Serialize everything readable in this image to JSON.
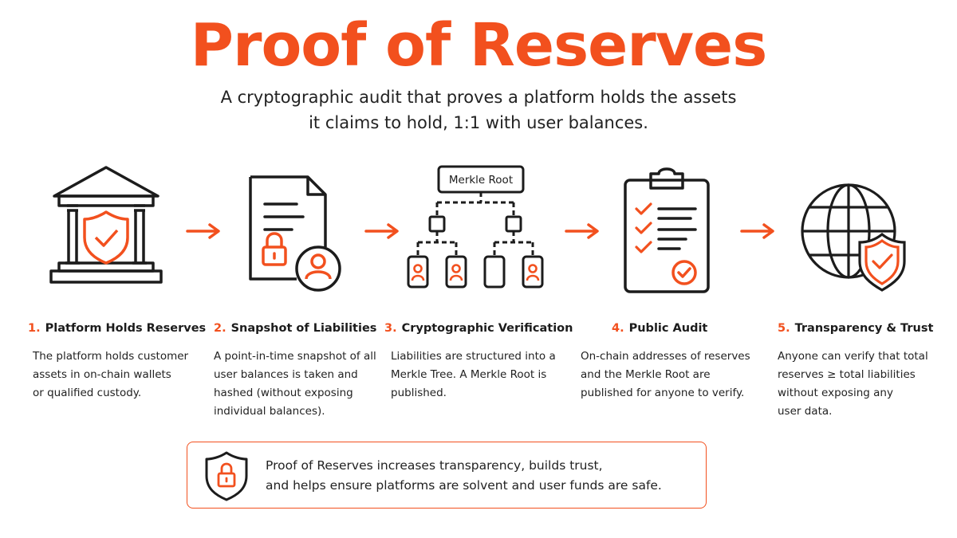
{
  "title": "Proof of Reserves",
  "subtitle": {
    "line1": "A cryptographic audit that proves a platform holds the assets",
    "line2": "it claims to hold, 1:1 with user balances."
  },
  "colors": {
    "accent": "#f2501e",
    "ink": "#1c1c1c",
    "background": "#ffffff"
  },
  "steps": [
    {
      "number": "1.",
      "title": "Platform Holds Reserves",
      "icon": "bank-shield-icon",
      "lines": [
        "The platform holds customer",
        "assets in on-chain wallets",
        "or qualified custody."
      ]
    },
    {
      "number": "2.",
      "title": "Snapshot of Liabilities",
      "icon": "document-lock-user-icon",
      "lines": [
        "A point-in-time snapshot of all",
        "user balances is taken and",
        "hashed (without exposing",
        "individual balances)."
      ]
    },
    {
      "number": "3.",
      "title": "Cryptographic Verification",
      "icon": "merkle-tree-icon",
      "node_label": "Merkle Root",
      "lines": [
        "Liabilities are structured into a",
        "Merkle Tree. A Merkle Root is",
        "published."
      ]
    },
    {
      "number": "4.",
      "title": "Public Audit",
      "icon": "clipboard-checklist-icon",
      "lines": [
        "On-chain addresses of reserves",
        "and the Merkle Root are",
        "published for anyone to verify."
      ]
    },
    {
      "number": "5.",
      "title": "Transparency & Trust",
      "icon": "globe-shield-icon",
      "lines": [
        "Anyone can verify that total",
        "reserves ≥ total liabilities",
        "without exposing any",
        "user data."
      ]
    }
  ],
  "callout": {
    "icon": "shield-lock-icon",
    "line1": "Proof of Reserves increases transparency, builds trust,",
    "line2": "and helps ensure platforms are solvent and user funds are safe."
  }
}
